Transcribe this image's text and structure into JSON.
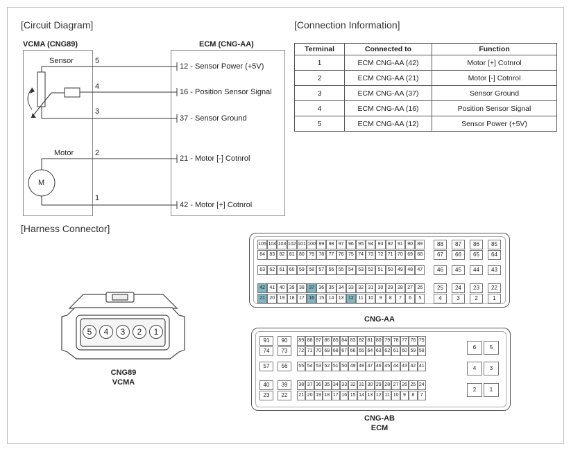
{
  "sections": {
    "circuit": "[Circuit Diagram]",
    "connection": "[Connection Information]",
    "harness": "[Harness Connector]"
  },
  "circuit": {
    "vcma_title": "VCMA (CNG89)",
    "ecm_title": "ECM (CNG-AA)",
    "sensor_label": "Sensor",
    "motor_label": "Motor",
    "motor_symbol": "M",
    "wires": [
      {
        "pin": "5",
        "label": "12 - Sensor Power (+5V)"
      },
      {
        "pin": "4",
        "label": "16 - Position Sensor Signal"
      },
      {
        "pin": "3",
        "label": "37 - Sensor Ground"
      },
      {
        "pin": "2",
        "label": "21 - Motor [-] Cotnrol"
      },
      {
        "pin": "1",
        "label": "42 - Motor [+] Cotnrol"
      }
    ]
  },
  "table": {
    "headers": [
      "Terminal",
      "Connected to",
      "Function"
    ],
    "rows": [
      [
        "1",
        "ECM CNG-AA (42)",
        "Motor [+] Cotnrol"
      ],
      [
        "2",
        "ECM CNG-AA (21)",
        "Motor [-] Cotnrol"
      ],
      [
        "3",
        "ECM CNG-AA (37)",
        "Sensor Ground"
      ],
      [
        "4",
        "ECM CNG-AA (16)",
        "Position Sensor Signal"
      ],
      [
        "5",
        "ECM CNG-AA (12)",
        "Sensor Power (+5V)"
      ]
    ]
  },
  "harness": {
    "cng89": {
      "pins": [
        "5",
        "4",
        "3",
        "2",
        "1"
      ],
      "caption_1": "CNG89",
      "caption_2": "VCMA"
    },
    "cng_aa": {
      "caption": "CNG-AA",
      "highlighted": [
        42,
        37,
        21,
        16,
        12
      ],
      "rows": [
        {
          "main": [
            105,
            104,
            103,
            102,
            101,
            100,
            99,
            98,
            97,
            96,
            95,
            94,
            93,
            92,
            91,
            90,
            89
          ],
          "side": [
            88,
            87,
            86,
            85
          ]
        },
        {
          "main": [
            84,
            83,
            82,
            81,
            80,
            79,
            78,
            77,
            76,
            75,
            74,
            73,
            72,
            71,
            70,
            69,
            68
          ],
          "side": [
            67,
            66,
            65,
            64
          ]
        },
        {
          "main": [
            63,
            62,
            61,
            60,
            59,
            58,
            57,
            56,
            55,
            54,
            53,
            52,
            51,
            50,
            49,
            48,
            47
          ],
          "side": [
            46,
            45,
            44,
            43
          ]
        },
        {
          "main": [
            42,
            41,
            40,
            39,
            38,
            37,
            36,
            35,
            34,
            33,
            32,
            31,
            30,
            29,
            28,
            27,
            26
          ],
          "side": [
            25,
            24,
            23,
            22
          ]
        },
        {
          "main": [
            21,
            20,
            19,
            18,
            17,
            16,
            15,
            14,
            13,
            12,
            11,
            10,
            9,
            8,
            7,
            6,
            5
          ],
          "side": [
            4,
            3,
            2,
            1
          ]
        }
      ]
    },
    "cng_ab": {
      "caption_1": "CNG-AB",
      "caption_2": "ECM",
      "rows": [
        {
          "left": [
            91,
            90
          ],
          "main": [
            89,
            88,
            87,
            86,
            85,
            84,
            83,
            82,
            81,
            80,
            79,
            78,
            77,
            76,
            75
          ]
        },
        {
          "left": [
            74,
            73
          ],
          "main": [
            72,
            71,
            70,
            69,
            68,
            67,
            66,
            65,
            64,
            63,
            62,
            61,
            60,
            59,
            58
          ]
        },
        {
          "left": [
            57,
            56
          ],
          "main": [
            55,
            54,
            53,
            52,
            51,
            50,
            49,
            48,
            47,
            46,
            45,
            44,
            43,
            42,
            41
          ]
        },
        {
          "left": [
            40,
            39
          ],
          "main": [
            38,
            37,
            36,
            35,
            34,
            33,
            32,
            31,
            30,
            29,
            28,
            27,
            26,
            25,
            24
          ]
        },
        {
          "left": [
            23,
            22
          ],
          "main": [
            21,
            20,
            19,
            18,
            17,
            16,
            15,
            14,
            13,
            12,
            11,
            10,
            9,
            8,
            7
          ]
        }
      ],
      "side": [
        [
          6,
          5
        ],
        [
          4,
          3
        ],
        [
          2,
          1
        ]
      ]
    }
  }
}
